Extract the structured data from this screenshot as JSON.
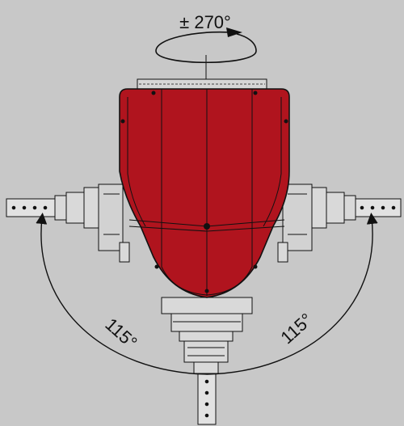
{
  "labels": {
    "rotation": "± 270°",
    "left_angle": "115°",
    "right_angle": "115°"
  },
  "colors": {
    "background": "#c8c8c8",
    "body": "#b0141e",
    "body_dark": "#7d0b12",
    "line": "#111111",
    "metal": "#d8d8d8"
  }
}
